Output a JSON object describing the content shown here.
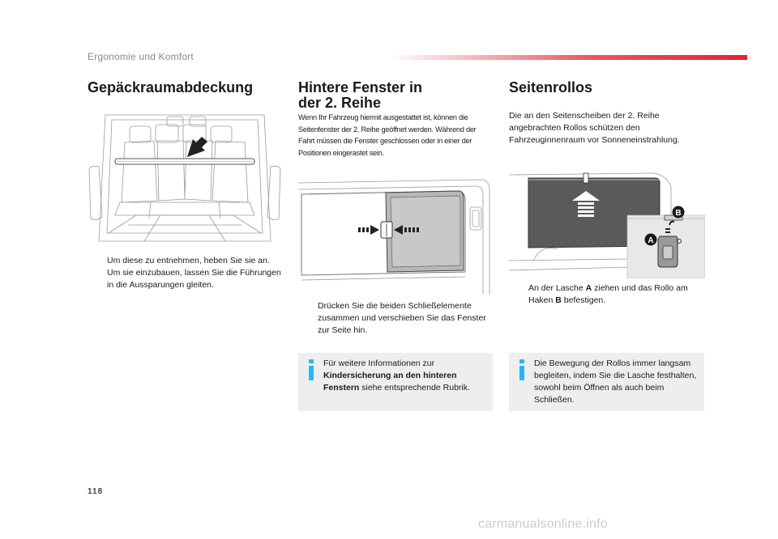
{
  "header": {
    "section": "Ergonomie und Komfort",
    "accent_color": "#e52030"
  },
  "luggage_cover": {
    "title": "Gepäckraumabdeckung",
    "bullets": [
      "Um diese zu entnehmen, heben Sie sie an.",
      "Um sie einzubauen, lassen Sie die Führungen in die Aussparungen gleiten."
    ]
  },
  "rear_windows": {
    "title_line1": "Hintere Fenster in",
    "title_line2": "der 2. Reihe",
    "intro": "Wenn Ihr Fahrzeug hiermit ausgestattet ist, können die Seitenfenster der 2. Reihe geöffnet werden. Während der Fahrt müssen die Fenster geschlossen oder in einer der Positionen eingerastet sein.",
    "bullets": [
      "Drücken Sie die beiden Schließelemente zusammen und verschieben Sie das Fenster zur Seite hin."
    ],
    "info_prefix": "Für weitere Informationen zur ",
    "info_bold": "Kindersicherung an den hinteren Fenstern",
    "info_suffix": " siehe entsprechende Rubrik."
  },
  "side_blinds": {
    "title": "Seitenrollos",
    "intro": "Die an den Seitenscheiben der 2. Reihe angebrachten Rollos schützen den Fahrzeuginnenraum vor Sonneneinstrahlung.",
    "bullet_prefix": "An der Lasche ",
    "bullet_a": "A",
    "bullet_mid": " ziehen und das Rollo am Haken ",
    "bullet_b": "B",
    "bullet_suffix": " befestigen.",
    "info": "Die Bewegung der Rollos immer langsam begleiten, indem Sie die Lasche festhalten, sowohl beim Öffnen als auch beim Schließen.",
    "label_a": "A",
    "label_b": "B"
  },
  "bullet_marker": "",
  "page_number": "118",
  "watermark": "carmanualsonline.info"
}
